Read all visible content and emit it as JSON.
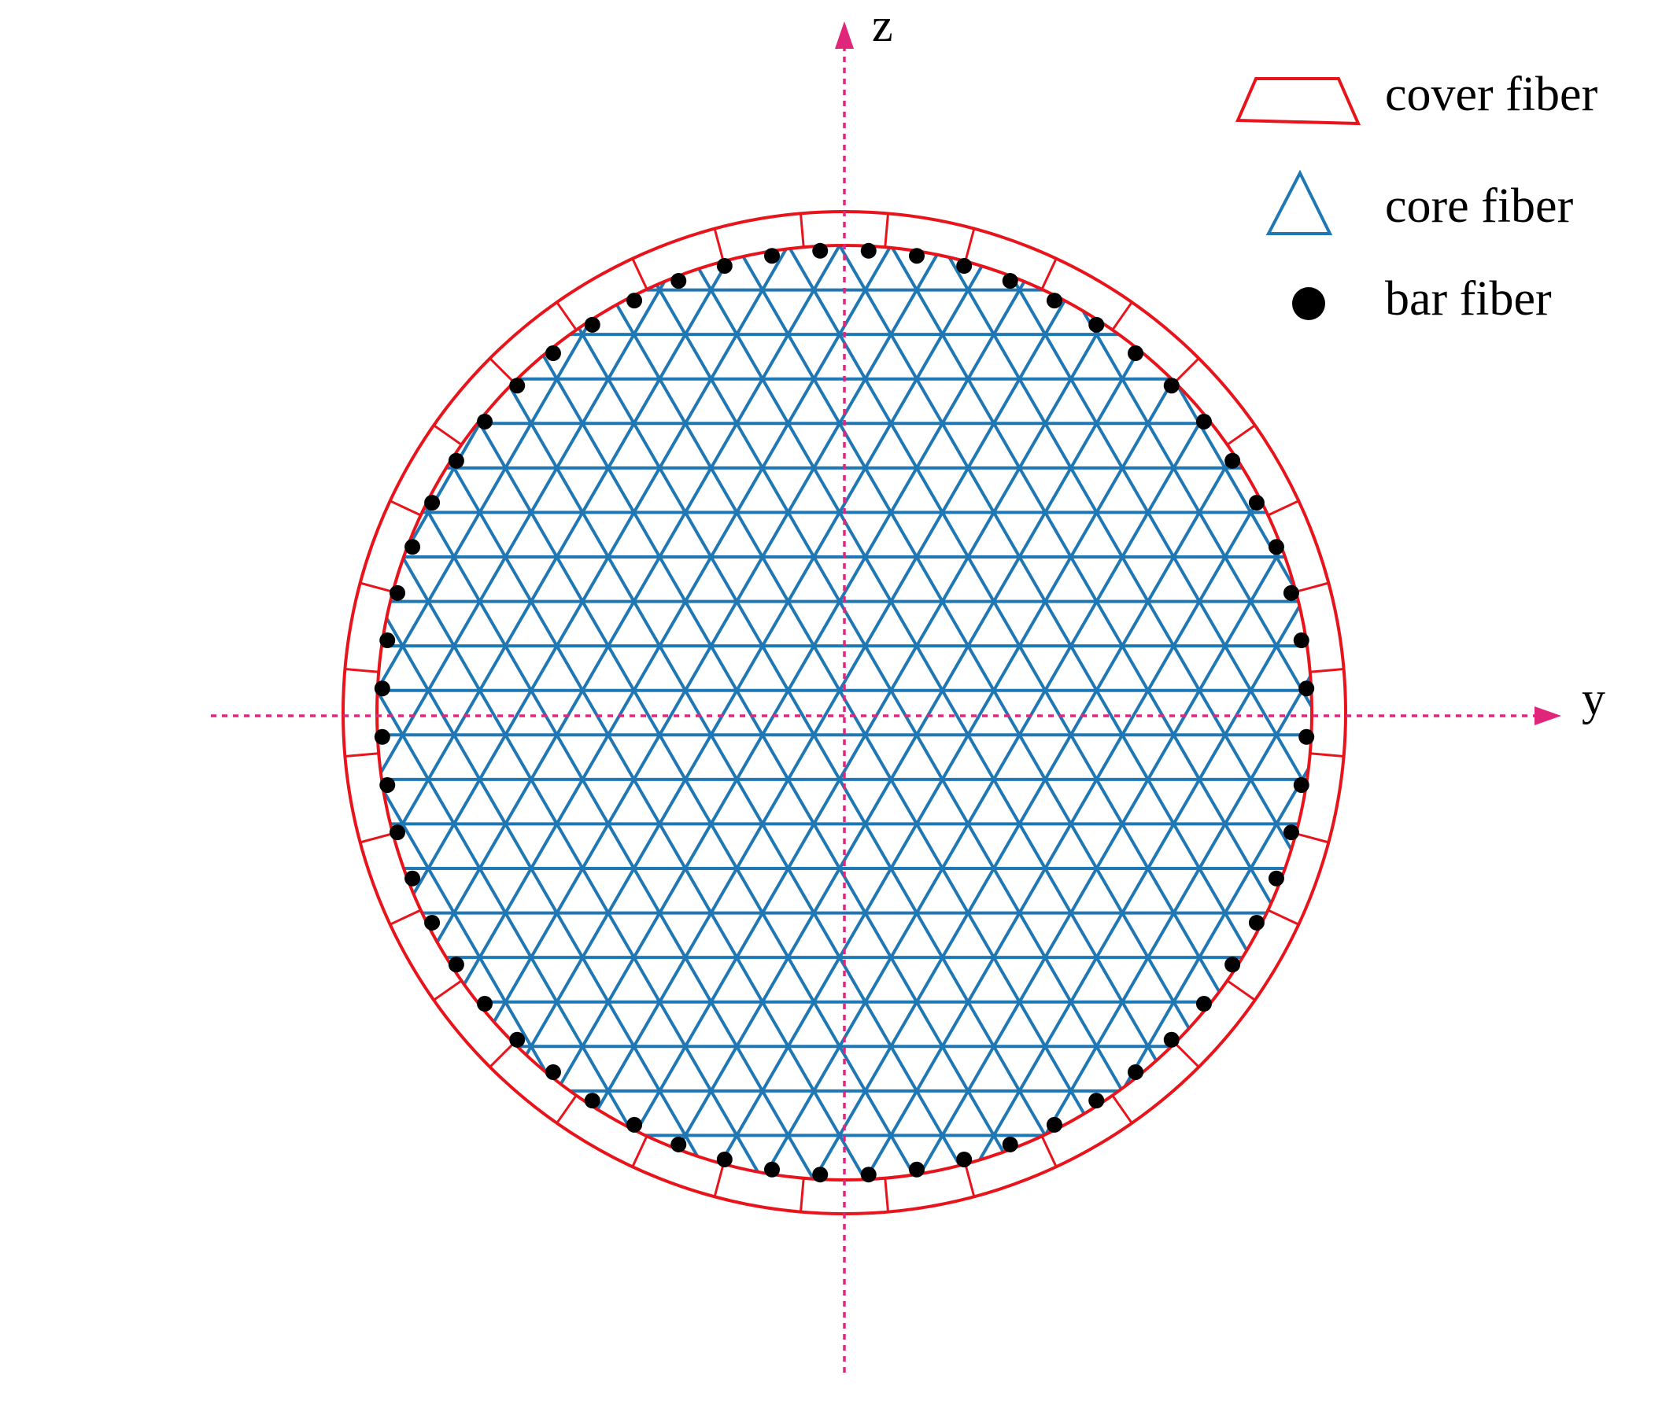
{
  "axes": {
    "z_label": "z",
    "y_label": "y"
  },
  "legend": [
    {
      "label": "cover fiber",
      "symbol": "trapezoid-icon"
    },
    {
      "label": "core fiber",
      "symbol": "triangle-icon"
    },
    {
      "label": "bar fiber",
      "symbol": "dot-icon"
    }
  ],
  "section": {
    "cover_segments": 36,
    "bar_count": 60,
    "core_rows": 21
  },
  "colors": {
    "cover": "#e8141c",
    "core": "#1f77b4",
    "bar": "#000000",
    "axis": "#e0267a"
  }
}
